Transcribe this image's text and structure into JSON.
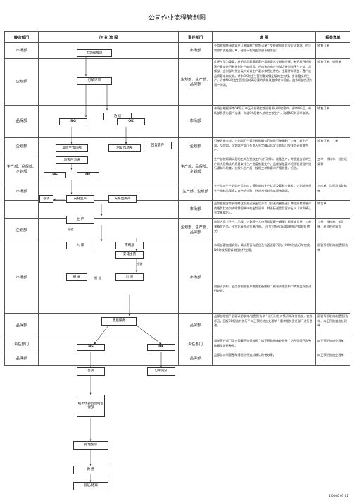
{
  "title": "公司作业流程管制图",
  "headers": {
    "dept": "接收部门",
    "flow": "作 业 流 程",
    "resp": "责任部门",
    "desc": "说 明",
    "form": "相关表单"
  },
  "rows": [
    {
      "dept": "市场部",
      "resp": "市场部",
      "desc": "业务依销售接收客户订单编制＂销售订单＂交经理批准后安至企划部，由企划部负责处理订单，经理不在时由课副下批准签！",
      "form": "销售订单"
    },
    {
      "dept": "企划部",
      "resp": "企划部、生产部、品保部",
      "desc": "此环节至为重要，并明会是客满足客户要求要求交期和关键。有无提升检阅客户要求进行有计划生产的前提。评审流向由企划部之计划程序生产部、品保部、企划部时共负类人对该生产要求来经过评估，主要评审项目：客户底品质要求和交期。评审OK则由生营则复对确定版的业务线，并准备交期生产。评审NG时由生营则复对满足要的资料及变换转市场部，由市场部负责与客户沟通。",
      "form": "销售订单、说明单"
    },
    {
      "dept": "品保部",
      "resp": "市场部",
      "desc": "市场部根据评审OK后订单正研发确定性规格承认时转客户。评审NG后，市场部负责与客户沟通，沟通OK后转入流程交按生产，沟通NG则订单取消。",
      "form": "销售订单"
    },
    {
      "dept": "企划部",
      "resp": "企划部",
      "desc": "订单评审完毕，企划部汇生管则根据确认后销售订单编制＂工单＂转生产部，品保部，企划部三部门负责人签字确认后发至各部门安排会计批准生产。",
      "form": "销售订单、工单"
    },
    {
      "dept": "生产部、品保部、企划部",
      "resp": "生产部、品保部、企划部",
      "desc": "生产部按照确认后的工单及塑胶工作进行领料、准备生产，并根据当前的生产状况及确认的质量安排生产进度依要生产。品保部依要求检测验证提供进行通知与检查，在按入生产后，按照工单和要求严格质量、检验。",
      "form": "工单、领料单、检验记录表"
    },
    {
      "dept": "市场部",
      "resp": "生产部、企划部",
      "desc": "生产部对生产好的产品入库，通则审核生产状况及要料全能差，企划部并将生产物料品保规定自合给付款，并将合适转当车间市场部。",
      "form": "入库单、品质异常联络单"
    },
    {
      "dept": "",
      "resp": "市场部",
      "desc": "业务根据客务安则转达报竟送接出货方式（自送或者快速）并组织转进客户的指货状态仪式时需规单中的出货通书，并进行送货及客户出入（收到确认签字单据后）。",
      "form": "销货单"
    },
    {
      "dept": "企划部",
      "resp": "企划部、生产部、品保部",
      "desc": "出货人员（生产、品保、企划等一人由营销管理一调配）根据销货单、工单来备货产品，出货后复签送货单注明。（出货后报市场部部根据产组织打捞关）",
      "form": "工单、领料单、销货单、出货检验报告"
    },
    {
      "dept": "市场部",
      "resp": "市场部",
      "desc": "市场部要加组调则，确认是否有退货及有否返客诉仿，OK的则此订单完成，NG则按照客诉流程进行处理。\n\n\n\n\n\n\n\n受客诉资料，业务部根据客户需要准备编制＂顾客诉怨资料＂转到品保部进行处理。",
      "form": "顾客诉怨联络/处置报告单"
    },
    {
      "dept": "品保部",
      "resp": "品保部",
      "desc": "品保部根据＂顾客诉怨联络/处置报告单＂进行分析对策研拟改善措施，查找原因，回复8D报告并执行＂纠正预防措施处理单＂要求相关责任部门进行整改。",
      "form": "顾客诉怨联络/处置报告单、纠正预防措施处理单"
    },
    {
      "dept": "责任部门",
      "resp": "责任部门",
      "desc": "相关责任部门须立即着手执行按照＂纠正预防措施处理单＂之所列项目和整改意见进行整改。",
      "form": "纠正预防措施处理单"
    },
    {
      "dept": "品保部",
      "resp": "品保部",
      "desc": "品保部对问题整改情况进行追踪确认改善效果。",
      "form": "纠正预防措施处理单"
    }
  ],
  "flow": {
    "order_receive": "市场部接单",
    "order_review": "订单评审",
    "discuss": "洽 谈",
    "ng": "NG",
    "ok": "OK",
    "feedback": "反馈至市场部",
    "back_to_market": "回复市场部",
    "reply_customer": "回复客户",
    "communicate": "与客户沟通",
    "ng2": "NG",
    "ok2": "OK",
    "cancel": "取消",
    "arrange_production": "安排生产",
    "arrange_purchase": "安排出库存",
    "production": "生 产",
    "inspect": "检验",
    "warehouse": "入 库",
    "market_dept": "市场部",
    "arrange_shipping": "安排出货",
    "inspect2": "检验",
    "ship_report": "报 关",
    "report_label": "报 检",
    "shipping": "出 货",
    "after_sales": "售后服务",
    "ng3": "NG",
    "ok3": "OK",
    "complaint": "客诉",
    "order_done": "订单完成",
    "to_qa": "经市场部反馈给品保部",
    "handle_complaint": "处理客诉",
    "improve": "改 善",
    "verify": "验证/结案"
  },
  "footer": "1.0000 01 01"
}
